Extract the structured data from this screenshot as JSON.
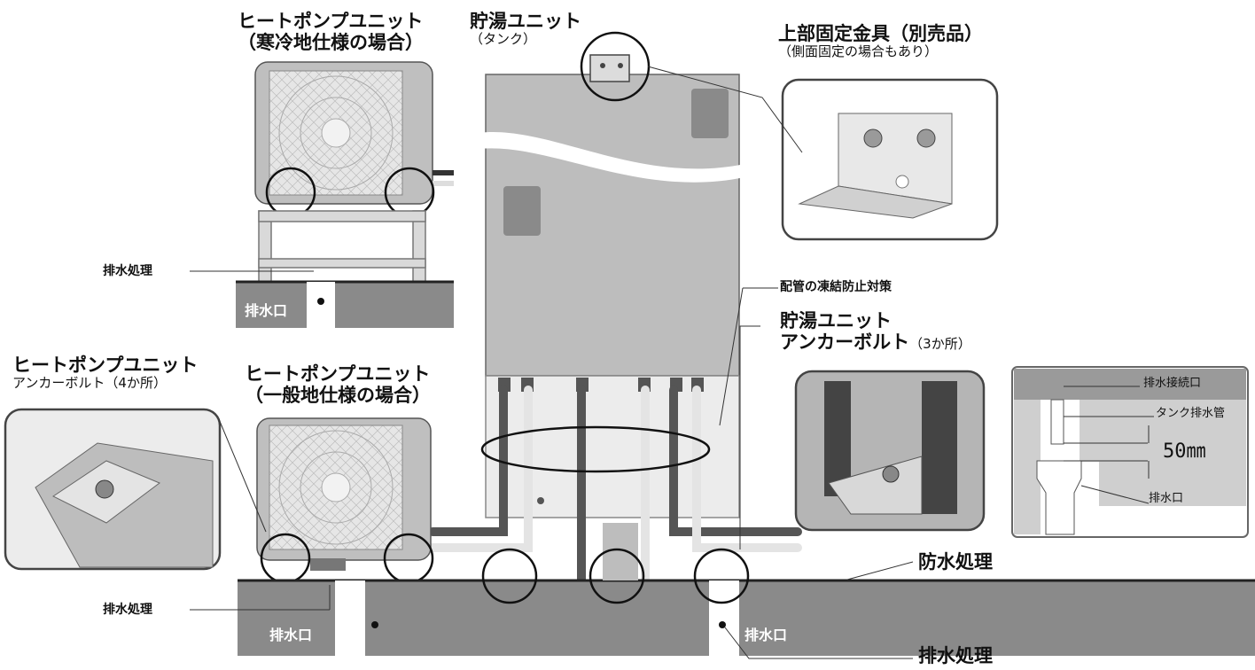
{
  "labels": {
    "hp_cold_title1": "ヒートポンプユニット",
    "hp_cold_title2": "（寒冷地仕様の場合）",
    "tank_title": "貯湯ユニット",
    "tank_sub": "（タンク）",
    "bracket_title": "上部固定金具（別売品）",
    "bracket_sub": "（側面固定の場合もあり）",
    "drain_treatment_top": "排水処理",
    "drain_outlet_top": "排水口",
    "freeze_protection": "配管の凍結防止対策",
    "tank_anchor_1": "貯湯ユニット",
    "tank_anchor_2": "アンカーボルト",
    "tank_anchor_count": "（3か所）",
    "hp_anchor_title": "ヒートポンプユニット",
    "hp_anchor_sub": "アンカーボルト（4か所）",
    "hp_general_title1": "ヒートポンプユニット",
    "hp_general_title2": "（一般地仕様の場合）",
    "drain_connection": "排水接続口",
    "tank_drain_pipe": "タンク排水管",
    "gap": "50㎜",
    "drain_outlet_detail": "排水口",
    "waterproof": "防水処理",
    "drain_treatment_mid": "排水処理",
    "drain_outlet_left": "排水口",
    "drain_outlet_right": "排水口",
    "drain_treatment_bottom": "排水処理"
  }
}
